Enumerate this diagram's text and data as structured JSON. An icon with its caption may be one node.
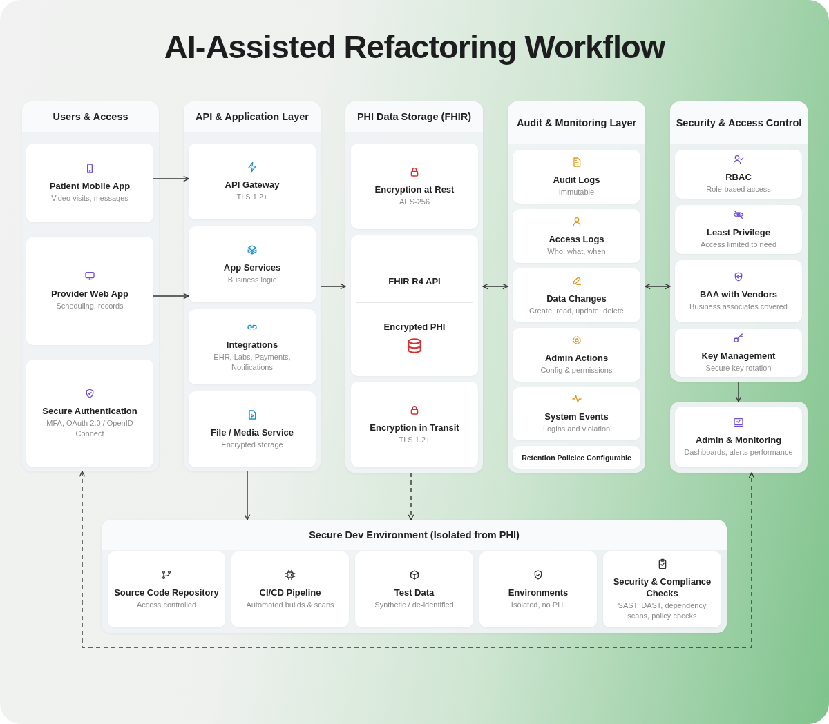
{
  "diagram": {
    "title": "AI-Assisted Refactoring Workflow",
    "nodes": [
      {
        "text": [
          "Users & Access"
        ]
      },
      {
        "text": [
          "Patient Mobile App",
          "Video visits, messages"
        ],
        "in": 0
      },
      {
        "text": [
          "Provider Web App",
          "Scheduling, records"
        ],
        "in": 0
      },
      {
        "text": [
          "Secure Authentication",
          "MFA, OAuth 2.0 / OpenID Connect"
        ],
        "in": 0
      },
      {
        "text": [
          "API & Application Layer"
        ]
      },
      {
        "text": [
          "API Gateway",
          "TLS 1.2+"
        ],
        "in": 4
      },
      {
        "text": [
          "App Services",
          "Business logic"
        ],
        "in": 4
      },
      {
        "text": [
          "Integrations",
          "EHR, Labs, Payments, Notifications"
        ],
        "in": 4
      },
      {
        "text": [
          "File / Media Service",
          "Encrypted storage"
        ],
        "in": 4
      },
      {
        "text": [
          "PHI Data Storage (FHIR)"
        ]
      },
      {
        "text": [
          "Encryption at Rest",
          "AES-256"
        ],
        "in": 9
      },
      {
        "text": [
          "FHIR R4 API",
          "Encrypted PHI"
        ],
        "in": 9
      },
      {
        "text": [
          "Encryption in Transit",
          "TLS 1.2+"
        ],
        "in": 9
      },
      {
        "text": [
          "Audit & Monitoring Layer"
        ]
      },
      {
        "text": [
          "Audit Logs",
          "Immutable"
        ],
        "in": 13
      },
      {
        "text": [
          "Access Logs",
          "Who, what, when"
        ],
        "in": 13
      },
      {
        "text": [
          "Data Changes",
          "Create, read, update, delete"
        ],
        "in": 13
      },
      {
        "text": [
          "Admin Actions",
          "Config & permissions"
        ],
        "in": 13
      },
      {
        "text": [
          "System Events",
          "Logins and violation"
        ],
        "in": 13
      },
      {
        "text": [
          "Retention Policiec Configurable"
        ],
        "in": 13
      },
      {
        "text": [
          "Security & Access Control"
        ]
      },
      {
        "text": [
          "RBAC",
          "Role-based access"
        ],
        "in": 20
      },
      {
        "text": [
          "Least Privilege",
          "Access limited to need"
        ],
        "in": 20
      },
      {
        "text": [
          "BAA with Vendors",
          "Business associates covered"
        ],
        "in": 20
      },
      {
        "text": [
          "Key Management",
          "Secure key rotation"
        ],
        "in": 20
      },
      {
        "text": [
          "Admin & Monitoring",
          "Dashboards, alerts performance"
        ]
      },
      {
        "text": [
          "Secure Dev Environment (Isolated from PHI)"
        ]
      },
      {
        "text": [
          "Source Code Repository",
          "Access controlled"
        ],
        "in": 26
      },
      {
        "text": [
          "CI/CD Pipeline",
          "Automated builds & scans"
        ],
        "in": 26
      },
      {
        "text": [
          "Test Data",
          "Synthetic / de-identified"
        ],
        "in": 26
      },
      {
        "text": [
          "Environments",
          "Isolated, no PHI"
        ],
        "in": 26
      },
      {
        "text": [
          "Security & Compliance Checks",
          "SAST, DAST, dependency scans, policy checks"
        ],
        "in": 26
      }
    ],
    "edges": [
      {
        "from": 1,
        "to": 5,
        "arrow": "to"
      },
      {
        "from": 2,
        "to": 6,
        "arrow": "to"
      },
      {
        "from": 4,
        "to": 9,
        "arrow": "to"
      },
      {
        "from": 9,
        "to": 13,
        "arrow": "both"
      },
      {
        "from": 13,
        "to": 20,
        "arrow": "both"
      },
      {
        "from": 20,
        "to": 25,
        "arrow": "to"
      },
      {
        "from": 4,
        "to": 26,
        "arrow": "to"
      },
      {
        "from": 9,
        "to": 26,
        "arrow": "to",
        "style": "dashed"
      },
      {
        "from": 0,
        "to": 25,
        "arrow": "both",
        "style": "dashed"
      }
    ]
  }
}
